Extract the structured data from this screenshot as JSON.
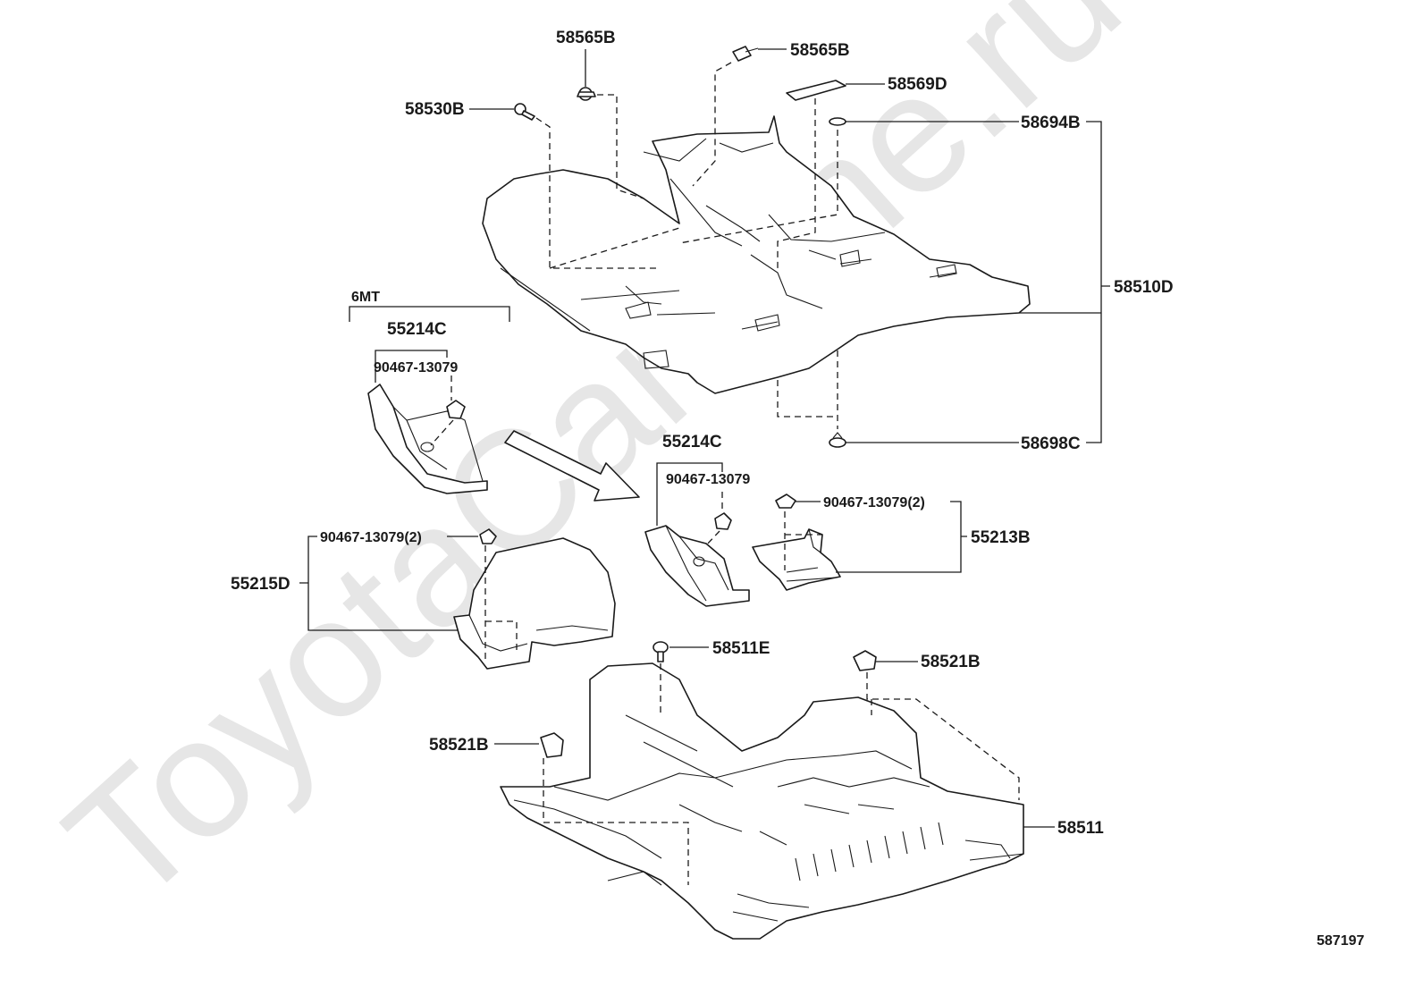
{
  "watermark": "ToyotaCarMine.ru",
  "diagram_id": "587197",
  "group_label": "6MT",
  "labels": {
    "p58565B_top": "58565B",
    "p58565B_right": "58565B",
    "p58569D": "58569D",
    "p58530B": "58530B",
    "p58694B": "58694B",
    "p58510D": "58510D",
    "p58698C": "58698C",
    "p55214C_left": "55214C",
    "p90467_left": "90467-13079",
    "p55214C_mid": "55214C",
    "p90467_mid": "90467-13079",
    "p90467_2_right": "90467-13079(2)",
    "p55213B": "55213B",
    "p90467_2_left": "90467-13079(2)",
    "p55215D": "55215D",
    "p58511E": "58511E",
    "p58521B_right": "58521B",
    "p58521B_left": "58521B",
    "p58511": "58511"
  }
}
